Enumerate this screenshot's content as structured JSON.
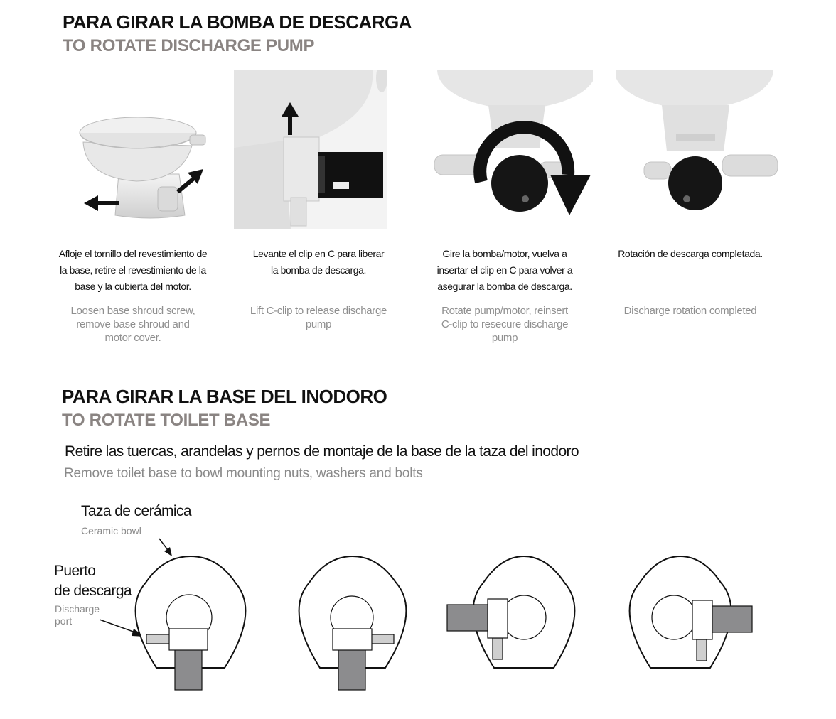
{
  "section1": {
    "title_es": "PARA GIRAR LA BOMBA DE DESCARGA",
    "title_en": "TO ROTATE DISCHARGE PUMP",
    "steps": [
      {
        "es": "Afloje el tornillo del revestimiento de la base, retire el revestimiento de la base y la cubierta del motor.",
        "en": "Loosen base shroud screw, remove base shroud and motor cover."
      },
      {
        "es": "Levante el clip en C para liberar la bomba de descarga.",
        "en": "Lift C-clip to release discharge pump"
      },
      {
        "es": "Gire la bomba/motor, vuelva a insertar el clip en C para volver a asegurar la bomba de descarga.",
        "en": "Rotate pump/motor, reinsert C-clip to resecure discharge pump"
      },
      {
        "es": "Rotación de descarga completada.",
        "en": "Discharge rotation completed"
      }
    ]
  },
  "section2": {
    "title_es": "PARA GIRAR LA BASE DEL INODORO",
    "title_en": "TO ROTATE TOILET BASE",
    "lead_es": "Retire las tuercas, arandelas y pernos de montaje de la base de la taza del inodoro",
    "lead_en": "Remove toilet base to bowl mounting nuts, washers and bolts",
    "bowl_label_es": "Taza de cerámica",
    "bowl_label_en": "Ceramic bowl",
    "port_label_es_1": "Puerto",
    "port_label_es_2": "de descarga",
    "port_label_en_1": "Discharge",
    "port_label_en_2": "port"
  },
  "colors": {
    "port_dark": "#8c8c8e",
    "port_light": "#cfcfcf",
    "heading_grey": "#8a8482",
    "caption_grey": "#8f8f8f"
  }
}
